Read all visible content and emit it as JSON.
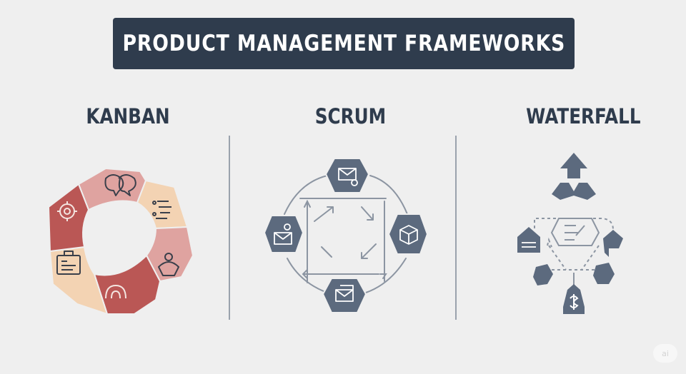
{
  "title": "PRODUCT MANAGEMENT FRAMEWORKS",
  "columns": {
    "kanban": {
      "label": "KANBAN"
    },
    "scrum": {
      "label": "SCRUM"
    },
    "waterfall": {
      "label": "WATERFALL"
    }
  },
  "watermark": "ai",
  "colors": {
    "title_bg": "#2f3c4d",
    "slate": "#5c6a7e",
    "kanban_pink": "#dfa3a0",
    "kanban_peach": "#f3d3b3",
    "kanban_red": "#ba5755",
    "line": "#9aa2ad"
  },
  "icons": {
    "kanban": [
      "speech-bubbles-icon",
      "document-list-icon",
      "person-icon",
      "magnet-icon",
      "id-card-icon",
      "gear-icon"
    ],
    "scrum": [
      "envelope-icon",
      "cube-icon",
      "envelope-icon",
      "envelope-icon"
    ],
    "waterfall": [
      "arrow-up-icon",
      "checklist-icon",
      "house-icon",
      "document-icon",
      "puzzle-icon",
      "dollar-icon"
    ]
  }
}
